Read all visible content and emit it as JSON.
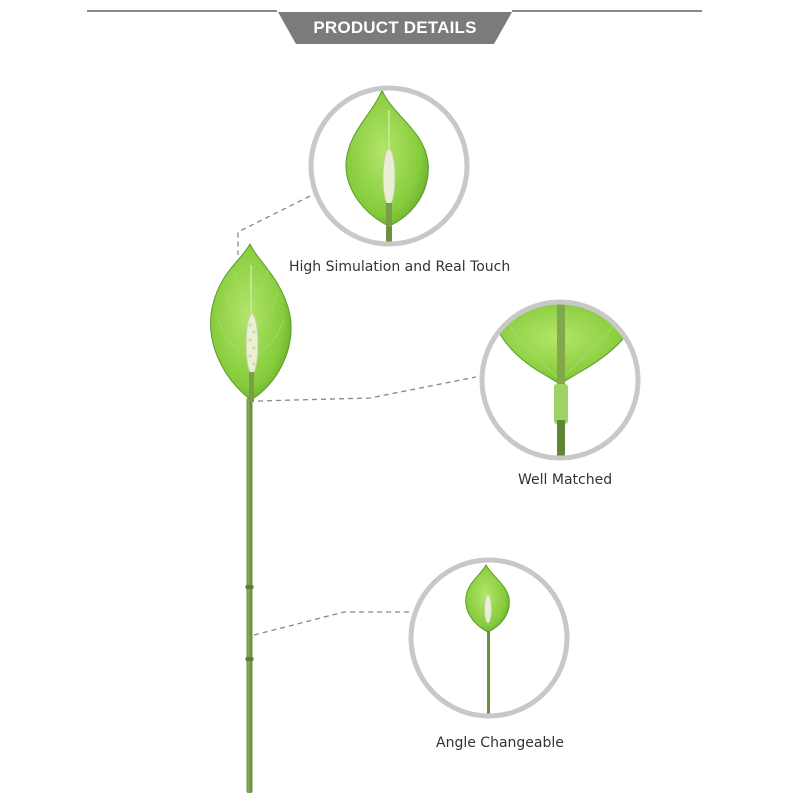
{
  "header": {
    "title": "PRODUCT DETAILS",
    "banner_color": "#7b7b7b"
  },
  "details": [
    {
      "caption": "High Simulation and Real Touch"
    },
    {
      "caption": "Well Matched"
    },
    {
      "caption": "Angle Changeable"
    }
  ],
  "colors": {
    "leaf": "#8fd23e",
    "leaf_dark": "#5ea52a",
    "stem": "#6b8e3a",
    "spadix": "#e9efd2",
    "circle_border": "#c8c8c8",
    "leader_line": "#888888"
  }
}
